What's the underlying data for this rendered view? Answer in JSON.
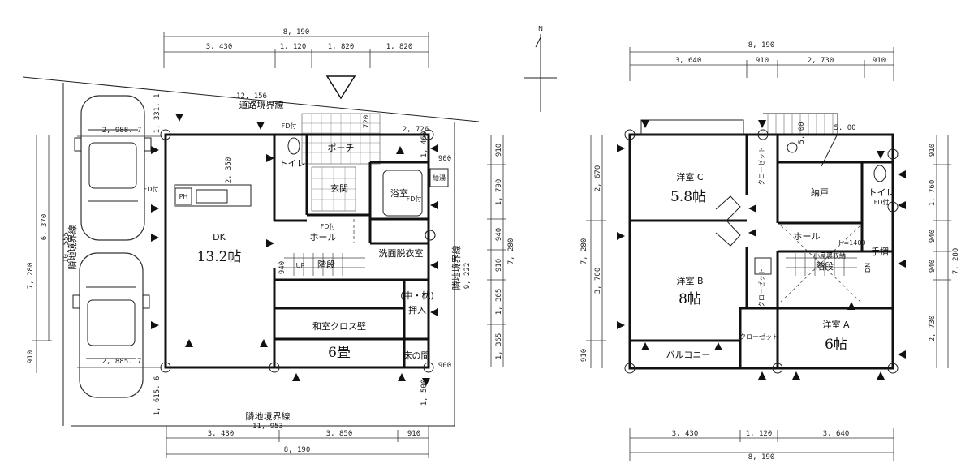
{
  "floor1": {
    "dims_top": {
      "total": "8, 190",
      "parts": [
        "3, 430",
        "1, 120",
        "1, 820",
        "1, 820"
      ]
    },
    "dims_bottom": {
      "total": "8, 190",
      "parts": [
        "3, 430",
        "3, 850",
        "910"
      ],
      "boundary_len": "11, 953",
      "boundary_label": "隣地境界線"
    },
    "dims_left": {
      "parking_width_top": "2, 988. 7",
      "parking_width_bottom": "2, 885. 7",
      "c1": "1, 331. 1",
      "c2": "1, 615. 6",
      "total": "7, 280",
      "sub1": "6, 370",
      "sub2": "910",
      "lot": "10, 555",
      "lot_label": "隣地境界線"
    },
    "dims_right": {
      "outer": [
        "910",
        "1, 790",
        "940",
        "910",
        "1, 365",
        "1, 365"
      ],
      "total": "7, 280",
      "boundary_len": "9, 222",
      "boundary_label": "隣地境界線",
      "c1": "1, 460",
      "c2": "1, 500",
      "c3": "900",
      "c4": "900"
    },
    "road": {
      "len": "12, 156",
      "label": "道路境界線"
    },
    "misc": {
      "width_2726": "2, 726",
      "d_2350": "2, 350",
      "d_720": "720",
      "d_940": "940"
    },
    "rooms": {
      "dk": "DK",
      "dk_size": "13.2帖",
      "entrance": "玄関",
      "porch": "ポーチ",
      "toilet": "トイレ",
      "bath": "浴室",
      "washroom": "洗面脱衣室",
      "hall": "ホール",
      "stairs": "階段",
      "up": "UP",
      "closet": "押入",
      "closet_note": "(中・枕)",
      "washitsu": "和室クロス壁",
      "washitsu_size": "6畳",
      "tokonoma": "床の間",
      "fd1": "FD付",
      "fd2": "FD付",
      "fd3": "FD付",
      "fd4": "FD付",
      "ph": "PH",
      "kyuto": "給湯"
    }
  },
  "floor2": {
    "dims_top": {
      "total": "8, 190",
      "parts": [
        "3, 640",
        "910",
        "2, 730",
        "910"
      ]
    },
    "dims_bottom": {
      "total": "8, 190",
      "parts": [
        "3, 430",
        "1, 120",
        "3, 640"
      ]
    },
    "dims_left": {
      "total": "7, 280",
      "parts": [
        "2, 670",
        "3, 700",
        "910"
      ]
    },
    "dims_right": {
      "outer": [
        "910",
        "1, 760",
        "940",
        "940",
        "2, 730"
      ],
      "total": "7, 280"
    },
    "roof": {
      "a": "5. 00",
      "b": "5. 00"
    },
    "rooms": {
      "room_c": "洋室 C",
      "room_c_size": "5.8帖",
      "room_b": "洋室 B",
      "room_b_size": "8帖",
      "room_a": "洋室 A",
      "room_a_size": "6帖",
      "storage": "納戸",
      "toilet": "トイレ",
      "fd": "FD付",
      "hall": "ホール",
      "stairs": "階段",
      "handrail": "手摺",
      "dn": "DN",
      "h_note": "H=1400",
      "small_storage": "小屋裏収納",
      "closet1": "クローゼット",
      "closet2": "クローゼット",
      "closet3": "クローゼット",
      "balcony": "バルコニー"
    }
  },
  "compass": {
    "north": "N"
  }
}
